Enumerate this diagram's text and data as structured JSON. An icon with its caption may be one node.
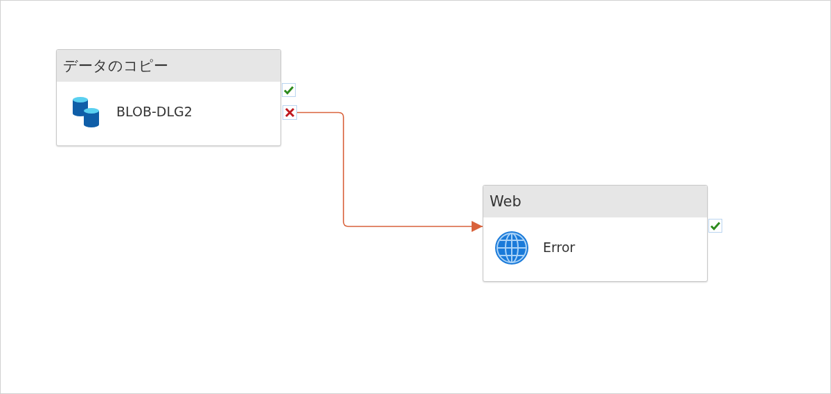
{
  "diagram": {
    "nodes": [
      {
        "text": [
          "データのコピー",
          "BLOB-DLG2"
        ]
      },
      {
        "text": [],
        "shape": "box"
      },
      {
        "text": [
          "Web",
          "Error"
        ]
      }
    ],
    "edges": [
      {
        "from": 1,
        "to": 2,
        "arrow": "to",
        "color": "#d9623b"
      }
    ]
  }
}
